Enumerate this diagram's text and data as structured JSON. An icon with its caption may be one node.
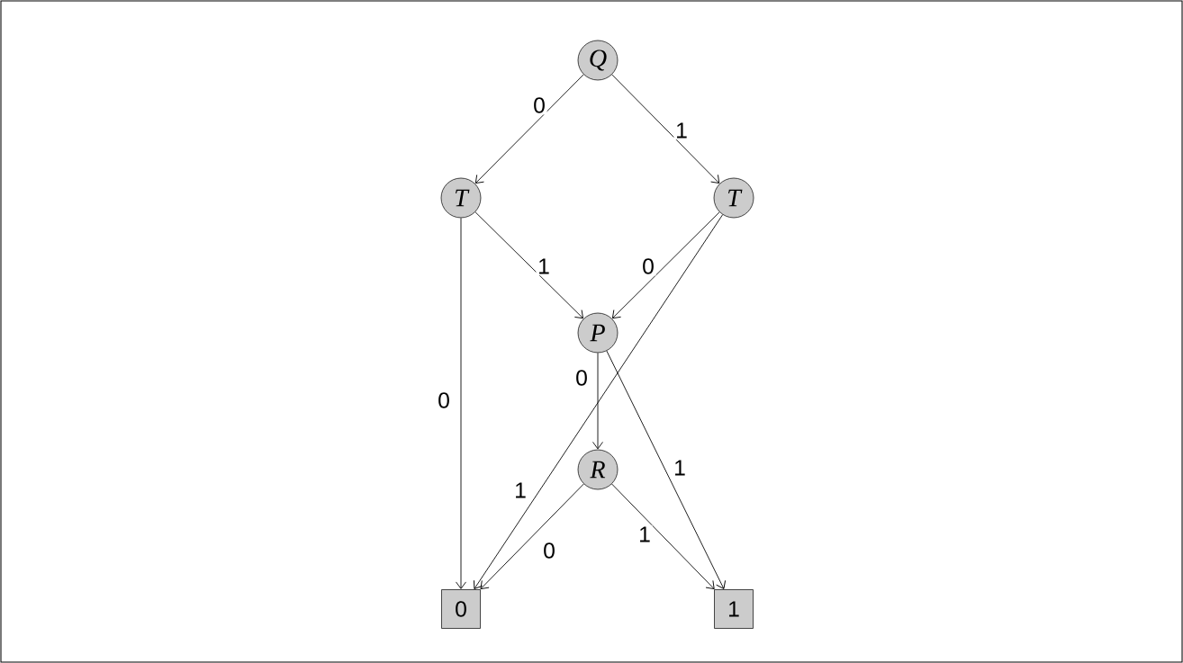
{
  "diagram": {
    "nodes": [
      {
        "text": [
          "Q"
        ]
      },
      {
        "text": [
          "T"
        ]
      },
      {
        "text": [
          "T"
        ]
      },
      {
        "text": [
          "P"
        ]
      },
      {
        "text": [
          "R"
        ]
      },
      {
        "text": [
          "0"
        ]
      },
      {
        "text": [
          "1"
        ]
      }
    ],
    "edges": [
      {
        "from": 0,
        "to": 1,
        "arrow": "to",
        "label": "0"
      },
      {
        "from": 0,
        "to": 2,
        "arrow": "to",
        "label": "1"
      },
      {
        "from": 1,
        "to": 5,
        "arrow": "to",
        "label": "0"
      },
      {
        "from": 1,
        "to": 3,
        "arrow": "to",
        "label": "1"
      },
      {
        "from": 2,
        "to": 3,
        "arrow": "to",
        "label": "0"
      },
      {
        "from": 2,
        "to": 5,
        "arrow": "to",
        "label": "1"
      },
      {
        "from": 3,
        "to": 4,
        "arrow": "to",
        "label": "0"
      },
      {
        "from": 3,
        "to": 6,
        "arrow": "to",
        "label": "1"
      },
      {
        "from": 4,
        "to": 5,
        "arrow": "to",
        "label": "0"
      },
      {
        "from": 4,
        "to": 6,
        "arrow": "to",
        "label": "1"
      }
    ]
  }
}
